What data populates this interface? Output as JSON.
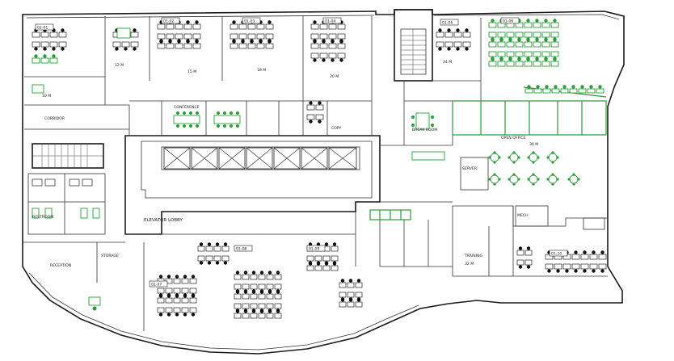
{
  "labels": {
    "elevator_lobby": "ELEVATOR LOBBY",
    "restroom": "RESTROOM",
    "storage": "STORAGE",
    "reception": "RECEPTION",
    "conference": "CONFERENCE",
    "break_room": "BREAK ROOM",
    "copy_room": "COPY",
    "server": "SERVER",
    "open_office": "OPEN OFFICE",
    "training": "TRAINING",
    "mech": "MECH",
    "corridor": "CORRIDOR"
  },
  "room_tags": [
    "01-01",
    "01-02",
    "01-03",
    "01-04",
    "01-05",
    "01-06",
    "01-07",
    "01-08",
    "01-09",
    "01-10"
  ],
  "area_notes": [
    "10 M",
    "12 M",
    "15 M",
    "18 M",
    "20 M",
    "24 M",
    "30 M",
    "32 M"
  ]
}
